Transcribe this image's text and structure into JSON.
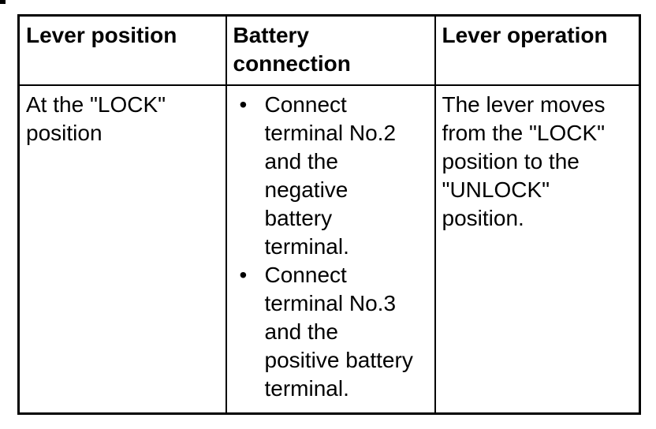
{
  "table": {
    "bullet_glyph": "•",
    "border_color": "#000000",
    "text_color": "#000000",
    "background_color": "#ffffff",
    "columns": [
      {
        "header": "Lever position"
      },
      {
        "header": "Battery\nconnection"
      },
      {
        "header": "Lever operation"
      }
    ],
    "rows": [
      {
        "lever_position": "At the \"LOCK\"\nposition",
        "battery_connection_bullets": [
          "Connect\nterminal No.2\nand the\nnegative\nbattery\nterminal.",
          "Connect\nterminal No.3\nand the\npositive battery\nterminal."
        ],
        "lever_operation": "The lever moves\nfrom the \"LOCK\"\nposition to the\n\"UNLOCK\"\nposition."
      }
    ]
  }
}
